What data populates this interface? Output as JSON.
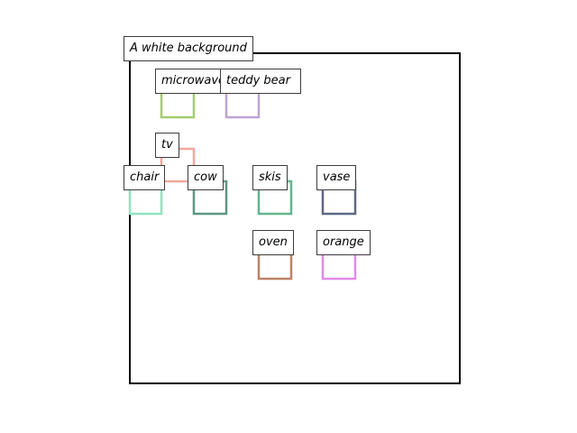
{
  "caption": "A white background",
  "objects": [
    {
      "label": "microwave",
      "color": "#a4cc72"
    },
    {
      "label": "teddy bear",
      "color": "#bfa3d6"
    },
    {
      "label": "tv",
      "color": "#f4a7a0"
    },
    {
      "label": "chair",
      "color": "#8fe3c2"
    },
    {
      "label": "cow",
      "color": "#5e9784"
    },
    {
      "label": "skis",
      "color": "#63b48c"
    },
    {
      "label": "vase",
      "color": "#5c6884"
    },
    {
      "label": "oven",
      "color": "#bd8266"
    },
    {
      "label": "orange",
      "color": "#e08ae5"
    }
  ]
}
